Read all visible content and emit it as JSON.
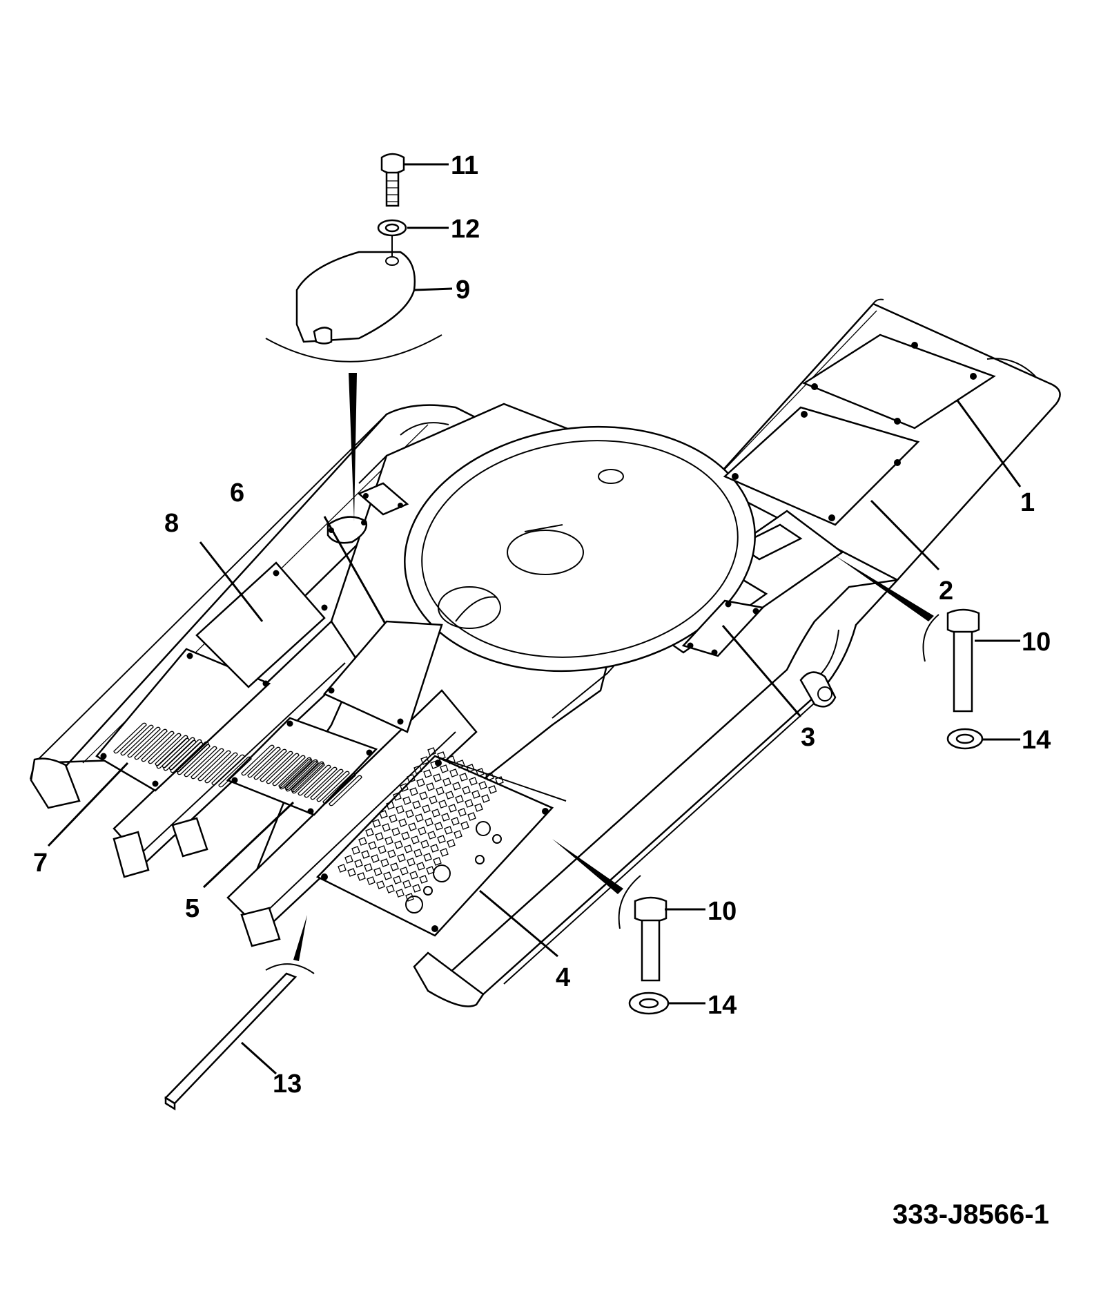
{
  "drawing_code": "333-J8566-1",
  "callouts": [
    {
      "id": "c1",
      "text": "1"
    },
    {
      "id": "c2",
      "text": "2"
    },
    {
      "id": "c3",
      "text": "3"
    },
    {
      "id": "c4",
      "text": "4"
    },
    {
      "id": "c5",
      "text": "5"
    },
    {
      "id": "c6",
      "text": "6"
    },
    {
      "id": "c7",
      "text": "7"
    },
    {
      "id": "c8",
      "text": "8"
    },
    {
      "id": "c9",
      "text": "9"
    },
    {
      "id": "c10a",
      "text": "10"
    },
    {
      "id": "c10b",
      "text": "10"
    },
    {
      "id": "c11",
      "text": "11"
    },
    {
      "id": "c12",
      "text": "12"
    },
    {
      "id": "c13",
      "text": "13"
    },
    {
      "id": "c14a",
      "text": "14"
    },
    {
      "id": "c14b",
      "text": "14"
    }
  ]
}
